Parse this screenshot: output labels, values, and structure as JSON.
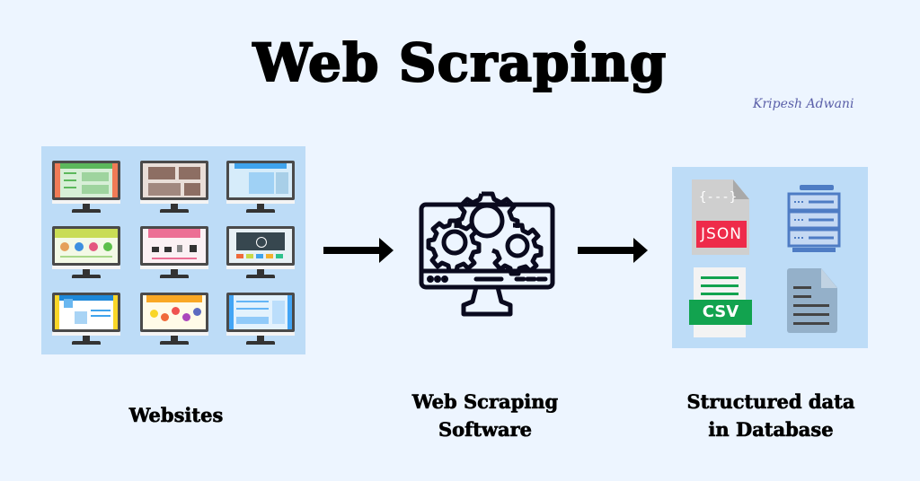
{
  "title": "Web Scraping",
  "signature": "Kripesh Adwani",
  "colors": {
    "background": "#edf5ff",
    "panel": "#bddcf7",
    "json_badge": "#ee2b4a",
    "csv_badge": "#12a34f",
    "server": "#4e7cc4",
    "doc": "#94b0c9"
  },
  "flow": [
    {
      "label": "Websites"
    },
    {
      "label_line1": "Web Scraping",
      "label_line2": "Software"
    },
    {
      "label_line1": "Structured data",
      "label_line2": "in Database"
    }
  ],
  "db_icons": {
    "json_glyph": "{---}",
    "json_label": "JSON",
    "csv_label": "CSV"
  }
}
